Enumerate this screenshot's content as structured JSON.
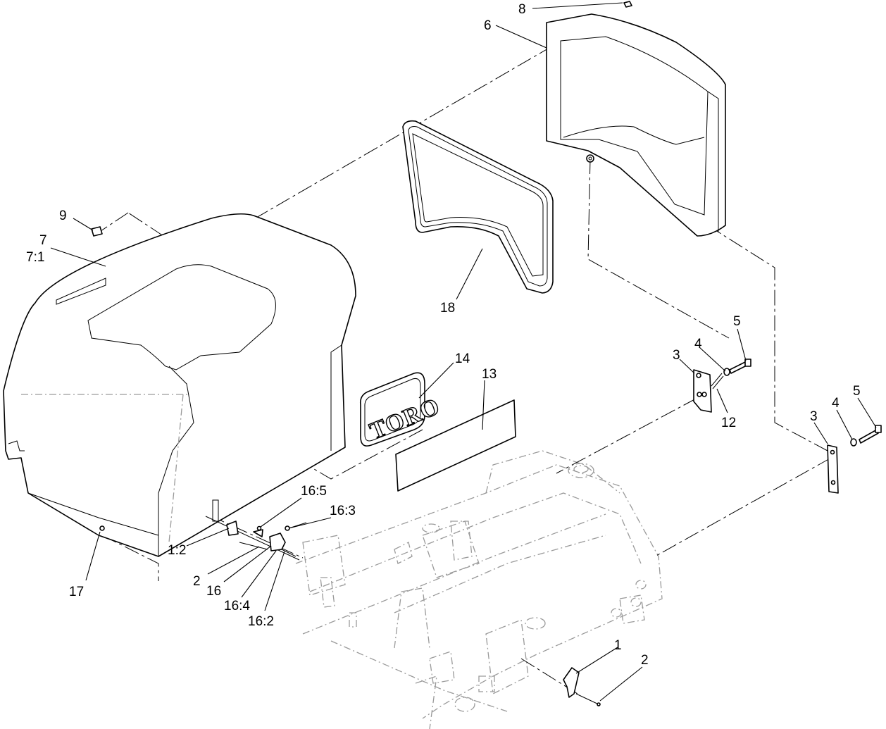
{
  "diagram": {
    "logo_text": "TORO",
    "callouts": {
      "c8": "8",
      "c6": "6",
      "c9": "9",
      "c7": "7",
      "c7_1": "7:1",
      "c18": "18",
      "c14": "14",
      "c13": "13",
      "c5a": "5",
      "c4a": "4",
      "c3a": "3",
      "c12": "12",
      "c3b": "3",
      "c4b": "4",
      "c5b": "5",
      "c16_5": "16:5",
      "c16_3": "16:3",
      "c1_2": "1:2",
      "c2a": "2",
      "c16": "16",
      "c16_4": "16:4",
      "c16_2": "16:2",
      "c17": "17",
      "c1": "1",
      "c2b": "2"
    }
  }
}
